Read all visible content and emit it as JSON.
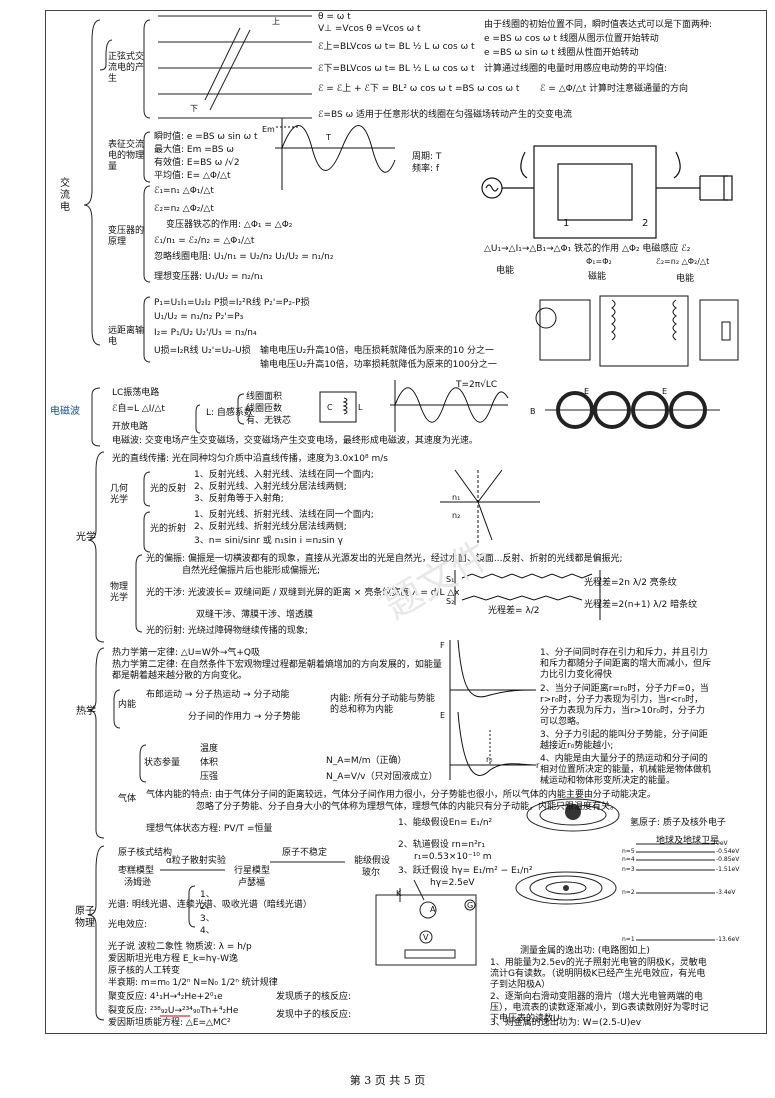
{
  "sections": {
    "ac": "交流电",
    "emwave": "电磁波",
    "optics": "光学",
    "thermo": "热学",
    "atom": "原子物理"
  },
  "ac": {
    "gen_title": "正弦式交流电的产生",
    "eq1": "θ = ω t",
    "eq2": "V⊥ =Vcos θ =Vcos ω t",
    "eq3": "ℰ上=BLVcos ω t= BL ½ L ω cos ω t",
    "eq4": "ℰ下=BLVcos ω t= BL ½ L ω cos ω t",
    "eq5": "ℰ = ℰ上 + ℰ下 = BL² ω cos ω t =BS ω cos ω t",
    "eq6": "ℰ=BS ω   适用于任意形状的线圈在匀强磁场转动产生的交变电流",
    "note1": "由于线圈的初始位置不同，瞬时值表达式可以是下面两种:",
    "note2": "e =BS ω cos ω t  线圈从图示位置开始转动",
    "note3": "e =BS ω sin ω t  线圈从性面开始转动",
    "note4": "计算通过线圈的电量时用感应电动势的平均值:",
    "note5": "ℰ = △Φ/△t  计算时注意磁通量的方向",
    "diag_label_top": "上",
    "diag_label_bottom": "下",
    "char_title": "表征交流电的物理量",
    "char1": "瞬时值: e =BS ω sin ω t",
    "char2": "最大值:  Em =BS ω",
    "char3": "有效值:  E=BS ω /√2",
    "char4": "平均值:  E= △Φ/△t",
    "wave_period": "周期: T",
    "wave_freq": "频率: f",
    "wave_em": "Em",
    "wave_t": "T",
    "trans_title": "变压器的原理",
    "trans1": "ℰ₁=n₁ △Φ₁/△t",
    "trans2": "ℰ₂=n₂ △Φ₂/△t",
    "trans3": "变压器铁芯的作用: △Φ₁ = △Φ₂",
    "trans4": "ℰ₁/n₁ = ℰ₂/n₂ = △Φ₁/△t",
    "trans5": "忽略线圈电阻: U₁/n₁ = U₂/n₂   U₁/U₂ = n₁/n₂",
    "trans6": "理想变压器: U₁/U₂ = n₂/n₁",
    "flow1": "△U₁→△I₁→△B₁→△Φ₁ 铁芯的作用 △Φ₂ 电磁感应 ℰ₂",
    "flow2": "Φ₁=Φ₂",
    "flow3": "ℰ₂=n₂ △Φ₂/△t",
    "flow_e1": "电能",
    "flow_m": "磁能",
    "flow_e2": "电能",
    "core1": "1",
    "core2": "2",
    "dist_title": "远距离输电",
    "dist1": "P₁=U₁I₁=U₂I₂    P损=I₂²R线  P₂'=P₂-P损",
    "dist2": "U₁/U₂ = n₁/n₂    P₂'=P₃",
    "dist3": "I₂= P₁/U₂      U₂'/U₃ = n₃/n₄",
    "dist4": "U损=I₂R线   U₂'=U₂-U损",
    "dist5": "输电电压U₂升高10倍，电压损耗就降低为原来的10 分之一",
    "dist6": "输电电压U₂升高10倍，功率损耗就降低为原来的100分之一"
  },
  "em": {
    "lc": "LC振荡电路",
    "e_self": "ℰ自=L △I/△t",
    "l_coef": "L: 自感系数",
    "l_items": [
      "线圈面积",
      "线圈匝数",
      "有、无铁芯"
    ],
    "open": "开放电路",
    "period": "T=2π√LC",
    "wave_desc": "电磁波: 交变电场产生交变磁场，交变磁场产生交变电场，最终形成电磁波，其速度为光速。",
    "c_label": "C",
    "l_label": "L",
    "ring_b": "B",
    "ring_e1": "E",
    "ring_e2": "E"
  },
  "optics": {
    "straight": "光的直线传播: 光在同种均匀介质中沿直线传播，速度为3.0x10⁸ m/s",
    "geo": "几何光学",
    "refl": "光的反射",
    "refl_items": [
      "1、反射光线、入射光线、法线在同一个面内;",
      "2、反射光线、入射光线分居法线两侧;",
      "3、反射角等于入射角;"
    ],
    "refr": "光的折射",
    "refr_items": [
      "1、反射光线、折射光线、法线在同一个面内;",
      "2、反射光线、折射光线分居法线两侧;",
      "3、n= sini/sinr    或 n₁sin i =n₂sin γ"
    ],
    "n1": "n₁",
    "n2": "n₂",
    "phys": "物理光学",
    "polar": "光的偏振: 偏振是一切横波都有的现象，直接从光源发出的光是自然光，经过水面、镜面...反射、折射的光线都是偏振光;",
    "polar2": "自然光经偏振片后也能形成偏振光;",
    "interf": "光的干涉: 光波波长=  双缝间距 / 双缝到光屏的距离  × 亮条纹宽度   λ = d/L △x",
    "interf2": "双缝干涉、薄膜干涉、增透膜",
    "diffr": "光的衍射: 光绕过障碍物继续传播的现象;",
    "s1": "S₁",
    "s2": "S₂",
    "path1": "光程差=2n λ/2    亮条纹",
    "path2": "光程差=2(n+1) λ/2    暗条纹",
    "path3": "光程差= λ/2"
  },
  "thermo": {
    "law1": "热力学第一定律: △U=W外→气+Q吸",
    "law2": "热力学第二定律: 在自然条件下宏观物理过程都是朝着熵增加的方向发展的，如能量都是朝着越来越分散的方向变化。",
    "inner": "内能",
    "brown": "布郎运动 → 分子热运动 → 分子动能",
    "force": "分子间的作用力 → 分子势能",
    "inner_def": "内能: 所有分子动能与势能的总和称为内能",
    "state": "状态参量",
    "state_items": [
      "温度",
      "体积",
      "压强"
    ],
    "na1": "N_A=M/m（正确）",
    "na2": "N_A=V/v（只对固液成立）",
    "gas": "气体",
    "gas1": "气体内能的特点: 由于气体分子间的距离较远，气体分子间作用力很小，分子势能也很小，所以气体的内能主要由分子动能决定。",
    "gas2": "忽略了分子势能、分子自身大小的气体称为理想气体，理想气体的内能只有分子动能，内能只跟温度有关。",
    "ideal": "理想气体状态方程: PV/T =恒量",
    "mol1": "1、分子间同时存在引力和斥力，并且引力和斥力都随分子间距离的增大而减小，但斥力比引力变化得快",
    "mol2": "2、当分子间距离r=r₀时，分子力F=0，当r>r₀时，分子力表现为引力，当r<r₀时，分子力表现为斥力，当r>10r₀时，分子力可以忽略。",
    "mol3": "3、分子力引起的能叫分子势能，分子间距越接近r₀势能越小;",
    "mol4": "4、内能是由大量分子的热运动和分子间的相对位置所决定的能量，机械能是物体做机械运动和物体形变所决定的能量。",
    "r0": "r₀",
    "axis_r": "r",
    "axis_f": "F",
    "axis_e": "E"
  },
  "atom": {
    "struct": "原子核式结构",
    "thomson": "枣糕模型",
    "thomson_who": "汤姆逊",
    "alpha": "α粒子散射实验",
    "ruth": "行星模型",
    "ruth_who": "卢瑟福",
    "unstable": "原子不稳定",
    "bohr": "能级假设",
    "bohr_who": "玻尔",
    "bohr1": "1、能级假设En= E₁/n²",
    "bohr2": "2、轨道假设 rn=n²r₁",
    "bohr2b": "r₁=0.53×10⁻¹⁰ m",
    "bohr3": "3、跃迁假设 hγ= E₁/m² − E₁/n²",
    "h_atom": "氢原子: 质子及核外电子",
    "earth": "地球及地球卫星",
    "spectrum": "光谱: 明线光谱、连续光谱、吸收光谱（暗线光谱）",
    "photo": "光电效应:",
    "photo_items": [
      "1、",
      "2、",
      "3、",
      "4、"
    ],
    "quantum": "光子说    波粒二象性    物质波: λ = h/p",
    "einstein": "爱因斯坦光电方程 E_k=hγ-W逸",
    "nuclear": "原子核的人工转变",
    "halflife": "半衰期: m=m₀ 1/2ⁿ    N=N₀ 1/2ⁿ  统计规律",
    "fusion": "聚变反应: 4¹₁H→⁴₂He+2⁰₁e",
    "fission": "裂变反应: ²³⁸₉₂U→²³⁴₉₀Th+⁴₂He",
    "mass": "爱因斯坦质能方程: △E=△MC²",
    "proton": "发现质子的核反应:",
    "neutron": "发现中子的核反应:",
    "hv": "hγ=2.5eV",
    "k": "K",
    "a": "A",
    "g": "G",
    "v": "V",
    "measure_title": "测量金属的逸出功:  (电路图如上)",
    "m1": "1、用能量为2.5ev的光子照射光电管的阴极K，灵敏电流计G有读数。（说明阴极K已经产生光电效应，有光电子到达阳极A）",
    "m2": "2、逐渐向右滑动变阻器的滑片（增大光电管两端的电压），电流表的读数逐渐减小，到G表读数刚好为零时记下电压表的读数U;",
    "m3": "3、则金属的逸出功为: W=(2.5-U)ev",
    "levels": [
      "0eV",
      "-0.54eV",
      "-0.85eV",
      "-1.51eV",
      "-3.4eV",
      "-13.6eV"
    ],
    "level_n": [
      "n=5",
      "n=4",
      "n=3",
      "n=2",
      "n=1"
    ]
  },
  "watermark": "题文件",
  "footer": "第 3 页 共 5 页"
}
